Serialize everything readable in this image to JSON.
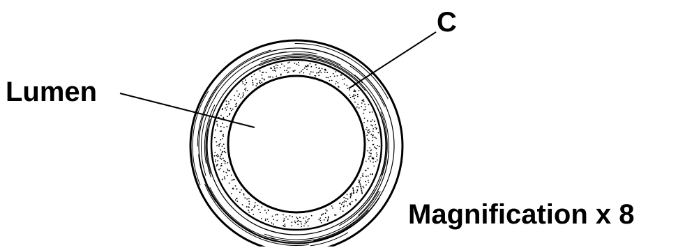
{
  "labels": {
    "c": "C",
    "lumen": "Lumen",
    "magnification": "Magnification x 8"
  },
  "colors": {
    "ink": "#000000",
    "background": "#ffffff"
  }
}
